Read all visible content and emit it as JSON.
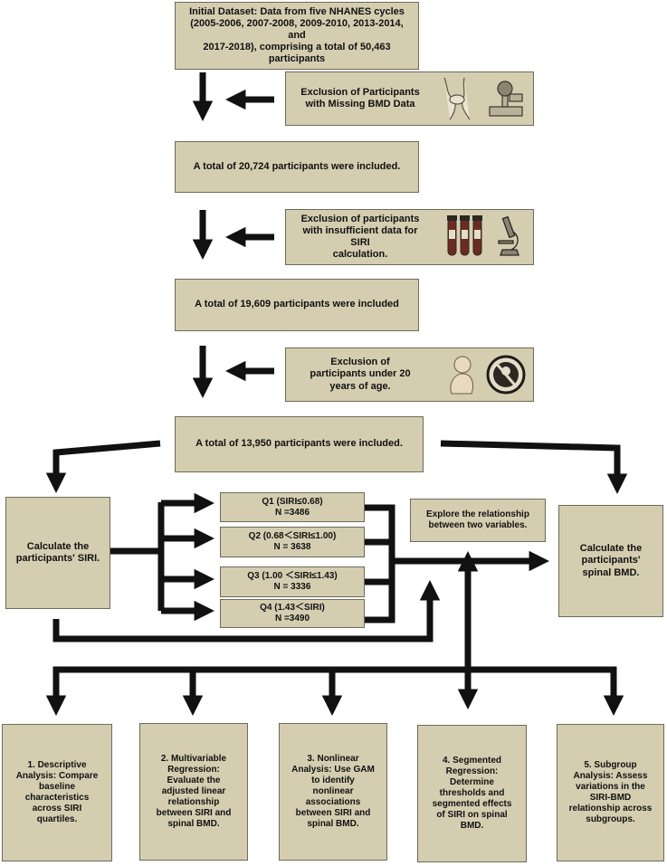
{
  "flow": {
    "initial": [
      "Initial Dataset: Data from five NHANES cycles",
      "(2005-2006, 2007-2008, 2009-2010, 2013-2014, and",
      "2017-2018), comprising a total of 50,463",
      "participants"
    ],
    "excl1": [
      "Exclusion of Participants",
      "with Missing BMD Data"
    ],
    "incl1": "A total of 20,724 participants were included.",
    "excl2": [
      "Exclusion of participants",
      "with insufficient data for SIRI",
      "calculation."
    ],
    "incl2": "A total of 19,609 participants were included",
    "excl3": [
      "Exclusion of",
      "participants under 20",
      "years of age."
    ],
    "incl3": "A total of 13,950 participants were included.",
    "siri": [
      "Calculate the",
      "participants' SIRI."
    ],
    "bmd": [
      "Calculate the",
      "participants'",
      "spinal BMD."
    ],
    "explore": [
      "Explore the relationship",
      "between two variables."
    ],
    "quartiles": [
      {
        "line1": "Q1 (SIRI≤0.68)",
        "line2": "N =3486"
      },
      {
        "line1": "Q2 (0.68＜SIRI≤1.00)",
        "line2": "N = 3638"
      },
      {
        "line1": "Q3 (1.00 ＜SIRI≤1.43)",
        "line2": "N = 3336"
      },
      {
        "line1": "Q4 (1.43＜SIRI)",
        "line2": "N =3490"
      }
    ],
    "analyses": [
      [
        "1. Descriptive",
        "Analysis: Compare",
        "baseline",
        "characteristics",
        "across SIRI",
        "quartiles."
      ],
      [
        "2. Multivariable",
        "Regression:",
        "Evaluate the",
        "adjusted linear",
        "relationship",
        "between SIRI and",
        "spinal BMD."
      ],
      [
        "3. Nonlinear",
        "Analysis: Use GAM",
        "to identify",
        "nonlinear",
        "associations",
        "between SIRI and",
        "spinal BMD."
      ],
      [
        "4. Segmented",
        "Regression:",
        "Determine",
        "thresholds and",
        "segmented effects",
        "of SIRI on spinal",
        "BMD."
      ],
      [
        "5. Subgroup",
        "Analysis: Assess",
        "variations in the",
        "SIRI-BMD",
        "relationship across",
        "subgroups."
      ]
    ]
  },
  "icons": [
    "knee-joint-icon",
    "bone-densitometer-icon",
    "blood-tube-icon",
    "microscope-icon",
    "infant-icon",
    "no-children-icon"
  ],
  "colors": {
    "box_fill": "#d4cdb0",
    "box_border": "#6e6a5a",
    "arrow": "#111111"
  }
}
